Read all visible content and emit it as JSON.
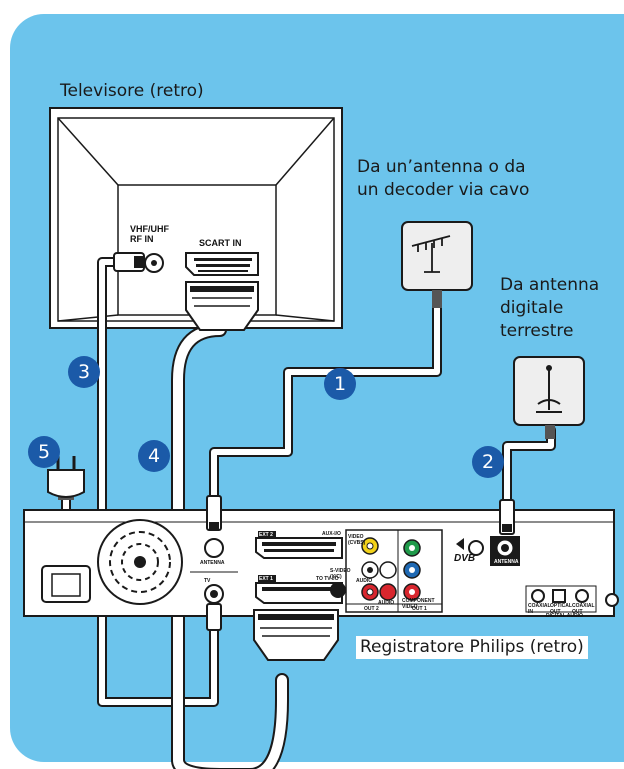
{
  "labels": {
    "tv": "Televisore (retro)",
    "antenna_source": "Da un’antenna o da\nun decoder via cavo",
    "digital_antenna": "Da antenna\ndigitale\nterrestre",
    "recorder": "Registratore Philips (retro)"
  },
  "tv_panel": {
    "rf_in": "VHF/UHF\nRF IN",
    "scart_in": "SCART IN"
  },
  "recorder_panel": {
    "antenna": "ANTENNA",
    "tv": "TV",
    "ext2": "EXT 2",
    "ext2_sub": "AUX-I/O",
    "ext1": "EXT 1",
    "ext1_sub": "TO TV-I/O",
    "video_cvbs": "VIDEO\n(CVBS)",
    "svideo": "S-VIDEO\n(Y/C)",
    "audio": "AUDIO",
    "audio2": "AUDIO",
    "component": "COMPONENT\nVIDEO",
    "out2": "OUT 2",
    "out1": "OUT 1",
    "antenna_dvb": "ANTENNA",
    "dvb": "DVB",
    "coaxial_in": "COAXIAL\nIN",
    "optical_out": "OPTICAL\nOUT",
    "coaxial_out": "COAXIAL\nOUT",
    "digital_audio": "DIGITAL AUDIO"
  },
  "steps": [
    "1",
    "2",
    "3",
    "4",
    "5"
  ],
  "colors": {
    "background": "#6cc4ec",
    "badge": "#1b5aa8",
    "cable": "#ffffff",
    "cable_outline": "#1a1a1a",
    "rca_yellow": "#f2d21a",
    "rca_red": "#d8262e",
    "rca_green": "#1f9a4a",
    "rca_blue": "#1f69b3"
  }
}
